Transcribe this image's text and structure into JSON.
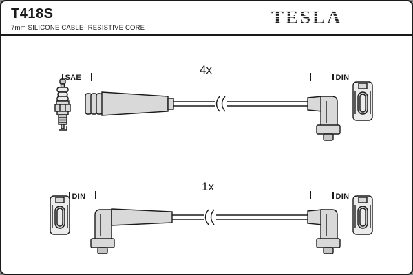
{
  "header": {
    "part_number": "T418S",
    "subtitle": "7mm SILICONE CABLE- RESISTIVE CORE",
    "brand": "TESLA"
  },
  "assemblies": [
    {
      "quantity": "4x",
      "left_label": "SAE",
      "right_label": "DIN"
    },
    {
      "quantity": "1x",
      "left_label": "DIN",
      "right_label": "DIN"
    }
  ],
  "icons": {
    "left_item_row1": "spark-plug-icon",
    "right_item_row1": "din-terminal-icon",
    "left_item_row2": "din-terminal-icon",
    "right_item_row2": "din-terminal-icon",
    "cable_break": "cable-break-icon"
  },
  "colors": {
    "ink": "#1a1a1a",
    "boot_fill": "#d9d9d9",
    "terminal_fill": "#ececec",
    "background": "#ffffff"
  }
}
